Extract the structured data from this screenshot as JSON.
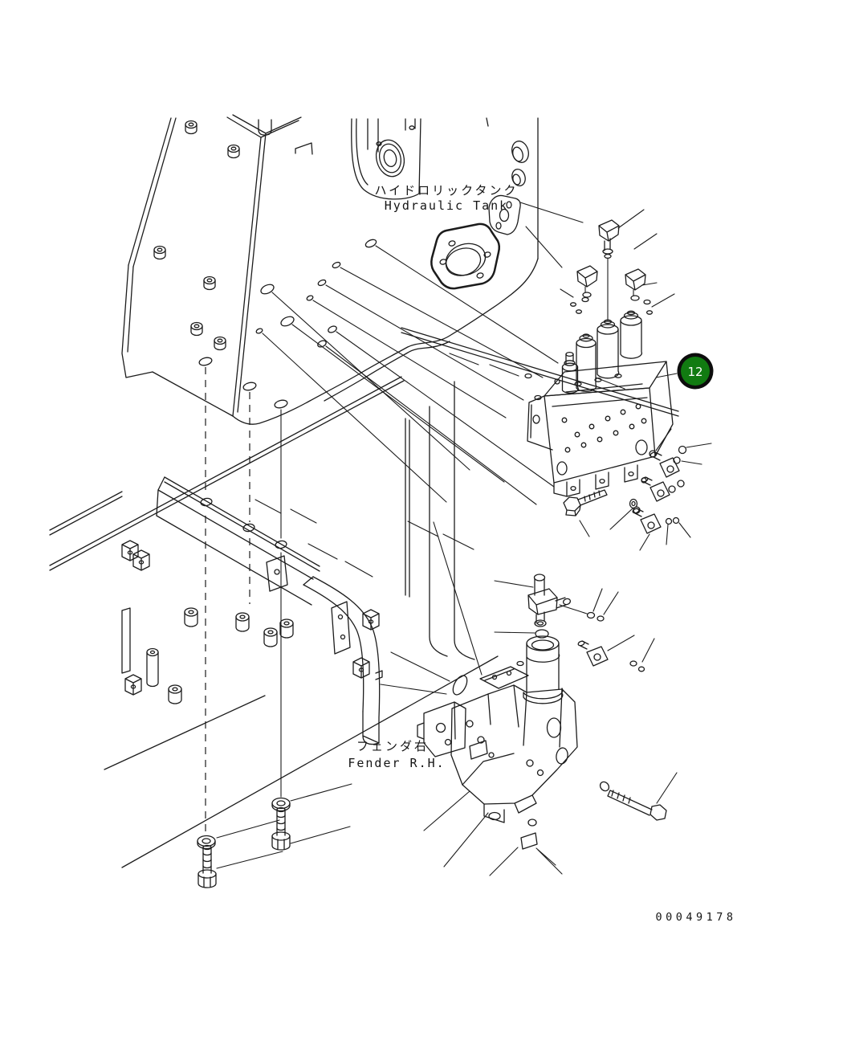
{
  "page": {
    "background": "#ffffff",
    "line_color": "#1c1c1c"
  },
  "drawing": {
    "number": "00049178",
    "labels": {
      "hydraulic_tank": {
        "jp": "ハイドロリックタンク",
        "en": "Hydraulic Tank"
      },
      "fender_rh": {
        "jp": "フェンダ右",
        "en": "Fender R.H."
      }
    },
    "callout": {
      "ref": "12",
      "fill": "#117b11",
      "ring": "#0d0d0d",
      "text_color": "#ffffff"
    }
  }
}
